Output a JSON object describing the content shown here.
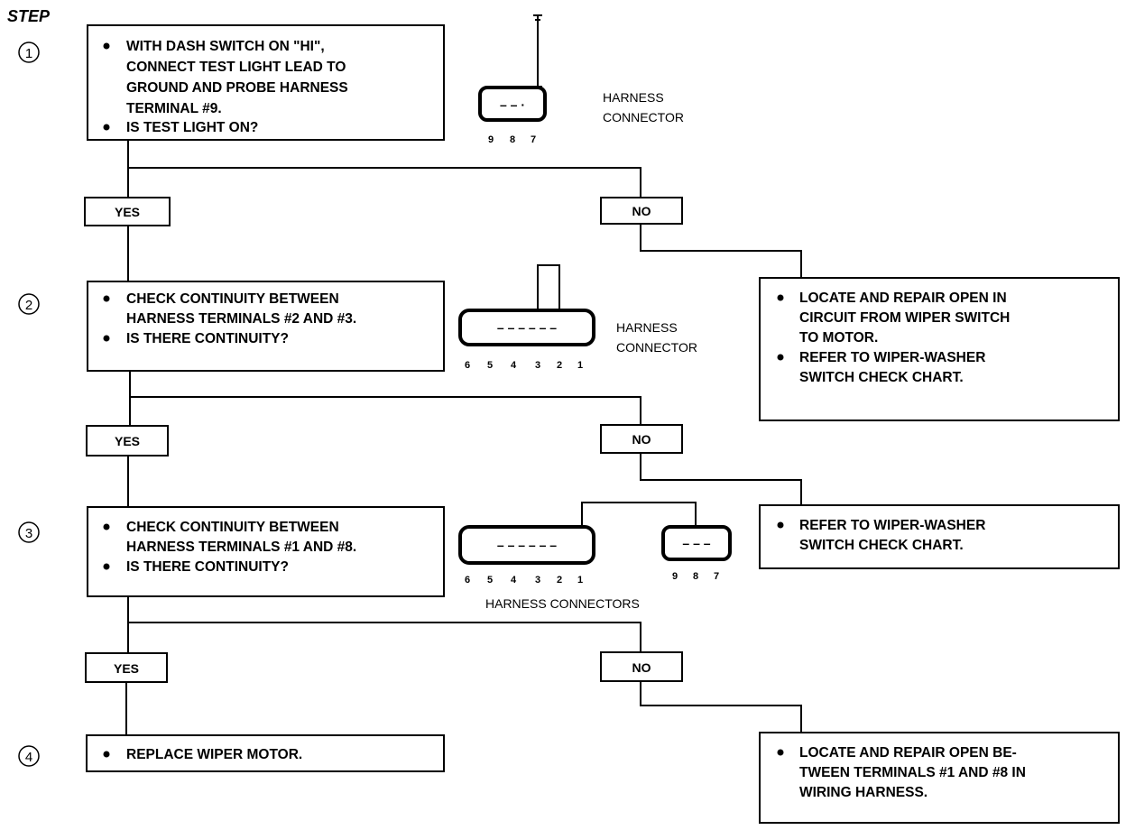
{
  "step_header": "STEP",
  "steps": {
    "s1": {
      "number": "1",
      "lines": [
        "WITH DASH SWITCH ON \"HI\",",
        "CONNECT TEST LIGHT LEAD TO",
        "GROUND AND PROBE HARNESS",
        "TERMINAL #9.",
        "IS TEST LIGHT ON?"
      ],
      "connector_label": [
        "HARNESS",
        "CONNECTOR"
      ],
      "pins": [
        "9",
        "8",
        "7"
      ]
    },
    "s2": {
      "number": "2",
      "lines": [
        "CHECK CONTINUITY BETWEEN",
        "HARNESS TERMINALS #2 AND #3.",
        "IS THERE CONTINUITY?"
      ],
      "connector_label": [
        "HARNESS",
        "CONNECTOR"
      ],
      "pins": [
        "6",
        "5",
        "4",
        "3",
        "2",
        "1"
      ]
    },
    "s3": {
      "number": "3",
      "lines": [
        "CHECK CONTINUITY BETWEEN",
        "HARNESS TERMINALS #1 AND #8.",
        "IS THERE CONTINUITY?"
      ],
      "connector_label": "HARNESS CONNECTORS",
      "pins_a": [
        "6",
        "5",
        "4",
        "3",
        "2",
        "1"
      ],
      "pins_b": [
        "9",
        "8",
        "7"
      ]
    },
    "s4": {
      "number": "4",
      "lines": [
        "REPLACE WIPER MOTOR."
      ]
    }
  },
  "answers": {
    "yes": "YES",
    "no": "NO"
  },
  "results": {
    "r1": [
      "LOCATE AND REPAIR OPEN IN",
      "CIRCUIT FROM WIPER SWITCH",
      "TO MOTOR.",
      "REFER TO WIPER-WASHER",
      "SWITCH CHECK CHART."
    ],
    "r2": [
      "REFER TO WIPER-WASHER",
      "SWITCH CHECK CHART."
    ],
    "r3": [
      "LOCATE AND REPAIR OPEN BE-",
      "TWEEN TERMINALS #1 AND #8 IN",
      "WIRING HARNESS."
    ]
  }
}
